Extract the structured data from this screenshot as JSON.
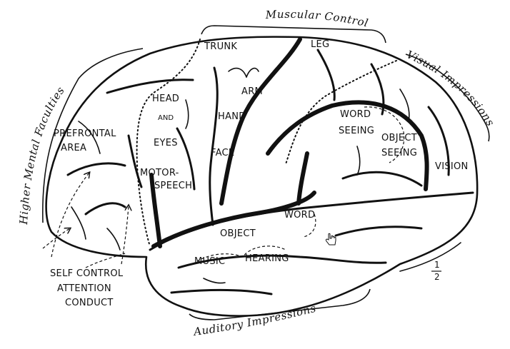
{
  "diagram": {
    "region_labels": {
      "trunk": "TRUNK",
      "leg": "LEG",
      "head": "HEAD",
      "and": "AND",
      "eyes": "EYES",
      "arm": "ARM",
      "hand": "HAND",
      "face": "FACE",
      "prefrontal": "PREFRONTAL",
      "area": "AREA",
      "motor": "MOTOR-",
      "speech": "SPEECH",
      "word_seeing_1": "WORD",
      "word_seeing_2": "SEEING",
      "object_seeing_1": "OBJECT",
      "object_seeing_2": "SEEING",
      "vision": "VISION",
      "word": "WORD",
      "object": "OBJECT",
      "music": "MUSIC",
      "hearing": "HEARING",
      "self_control": "SELF CONTROL",
      "attention": "ATTENTION",
      "conduct": "CONDUCT"
    },
    "arc_labels": {
      "muscular_control": "Muscular Control",
      "visual_impressions": "Visual Impressions",
      "higher_mental_faculties": "Higher Mental Faculties",
      "auditory_impressions": "Auditory Impressions"
    },
    "scale": {
      "numerator": "1",
      "denominator": "2"
    },
    "cursor_icon": "hand-pointer-icon"
  }
}
